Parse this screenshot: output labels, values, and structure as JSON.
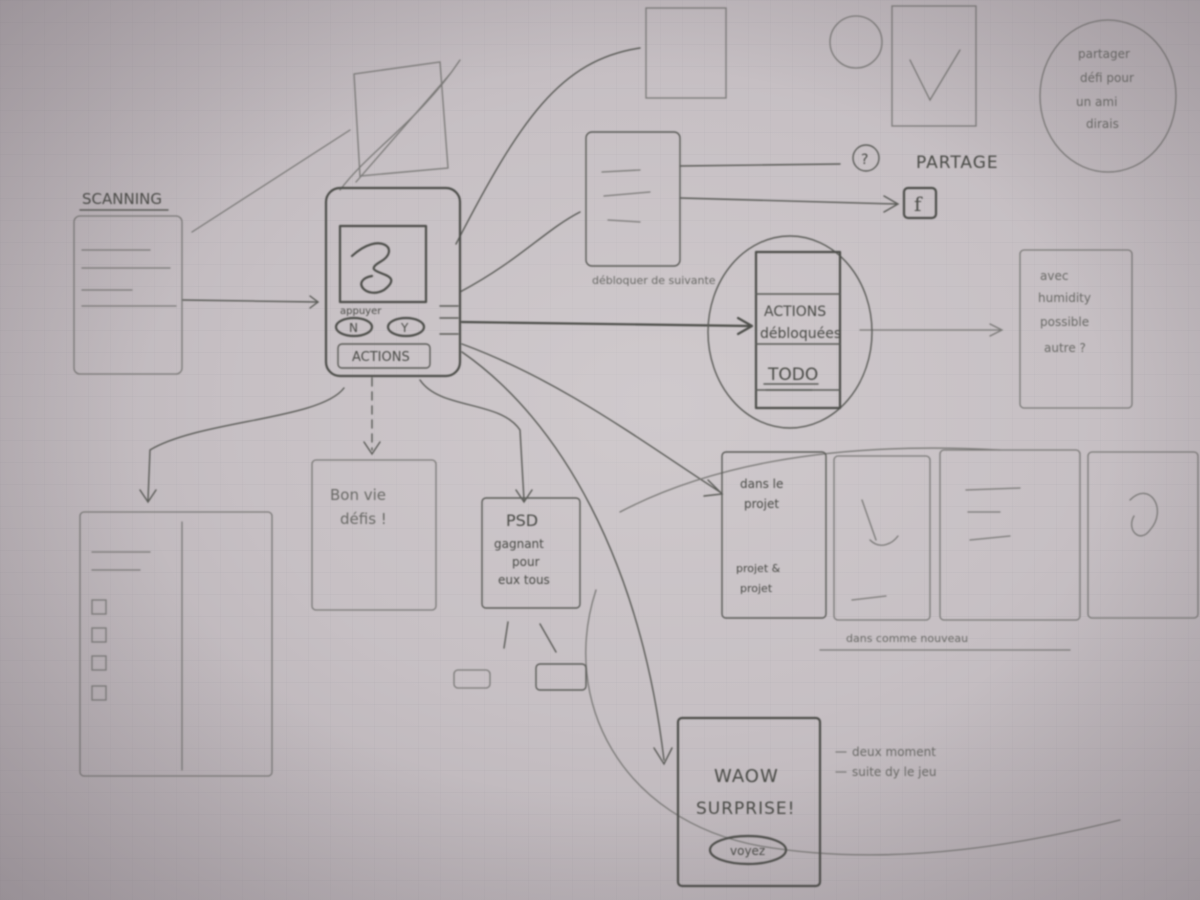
{
  "hub_phone": {
    "label_small": "appuyer",
    "button_no": "N",
    "button_yes": "Y",
    "actions_label": "ACTIONS"
  },
  "partage_label": "PARTAGE",
  "partage_icon": "f",
  "help_badge": "?",
  "share_icon_name": "facebook-f-icon",
  "center_screen": {
    "line1": "ACTIONS",
    "line2": "débloquées",
    "line3": "TODO"
  },
  "surprise_screen": {
    "line1": "WAOW",
    "line2": "SURPRISE!",
    "button": "voyez"
  },
  "menu_sheet": {
    "title": "SCANNING"
  },
  "bubble_note": {
    "line1": "partager",
    "line2": "défi pour",
    "line3": "un ami",
    "line4": "dirais"
  },
  "unlock_caption": "débloquer de suivante",
  "mid_screen_a": {
    "line1": "Bon vie",
    "line2": "défis !"
  },
  "mid_screen_b": {
    "line1": "PSD",
    "line2": "gagnant",
    "line3": "pour",
    "line4": "eux tous"
  },
  "card_1": {
    "line1": "dans le",
    "line2": "projet",
    "line3": "projet &",
    "line4": "projet"
  },
  "right_note": {
    "line1": "avec",
    "line2": "humidity",
    "line3": "possible",
    "line4": "autre ?"
  },
  "bottom_note": {
    "line1": "deux moment",
    "line2": "suite dy le jeu"
  },
  "cards_caption": "dans comme nouveau"
}
